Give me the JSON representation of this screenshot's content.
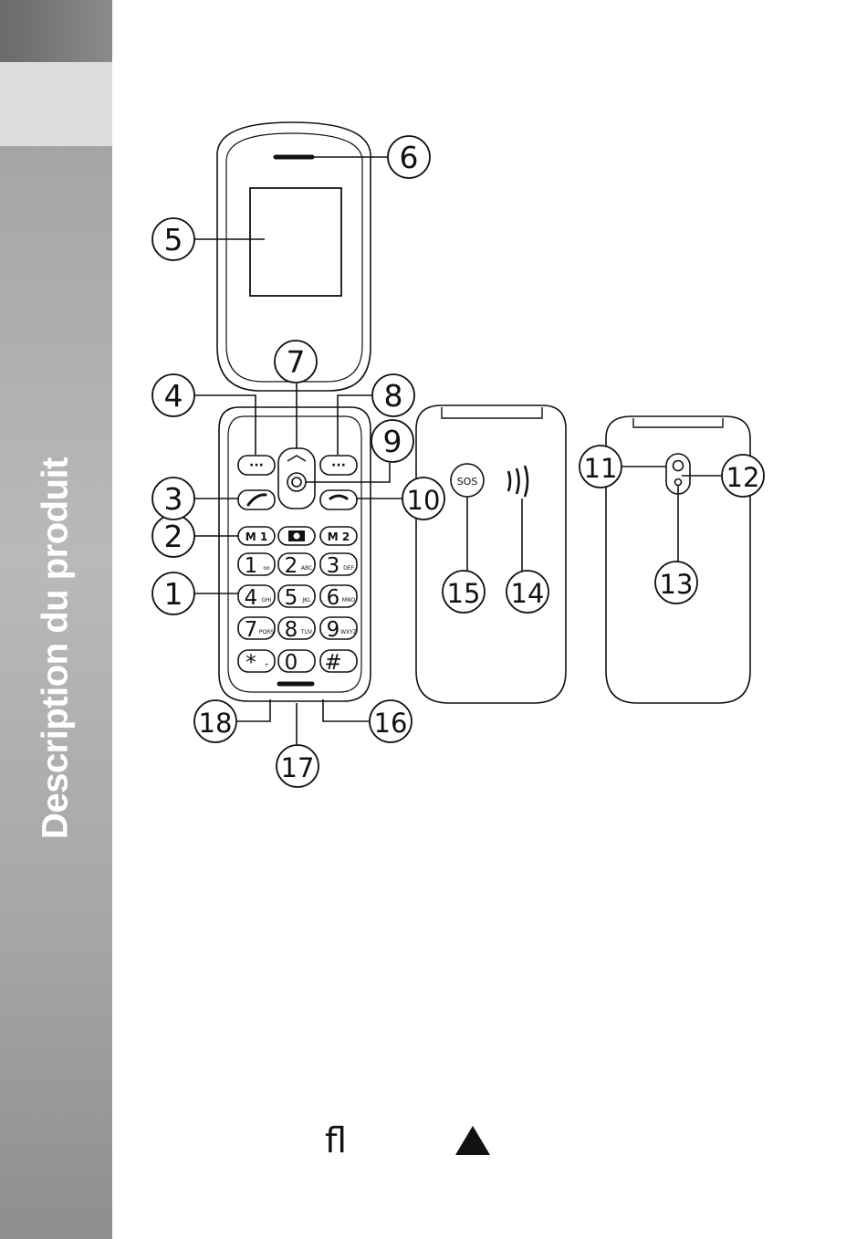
{
  "sidebar": {
    "title": "Description du produit"
  },
  "footer": {
    "glyph": "ﬂ"
  },
  "phone": {
    "sos_label": "SOS",
    "keys": {
      "m1": "M 1",
      "m2": "M 2",
      "soft_left": "···",
      "soft_right": "···",
      "digits": [
        {
          "digit": "1",
          "sub": "oo"
        },
        {
          "digit": "2",
          "sub": "ABC"
        },
        {
          "digit": "3",
          "sub": "DEF"
        },
        {
          "digit": "4",
          "sub": "GHI"
        },
        {
          "digit": "5",
          "sub": "JKL"
        },
        {
          "digit": "6",
          "sub": "MNO"
        },
        {
          "digit": "7",
          "sub": "PQRS"
        },
        {
          "digit": "8",
          "sub": "TUV"
        },
        {
          "digit": "9",
          "sub": "WXYZ"
        },
        {
          "digit": "*",
          "sub": "+"
        },
        {
          "digit": "0",
          "sub": ""
        },
        {
          "digit": "#",
          "sub": ""
        }
      ]
    }
  },
  "callouts": [
    {
      "number": "1"
    },
    {
      "number": "2"
    },
    {
      "number": "3"
    },
    {
      "number": "4"
    },
    {
      "number": "5"
    },
    {
      "number": "6"
    },
    {
      "number": "7"
    },
    {
      "number": "8"
    },
    {
      "number": "9"
    },
    {
      "number": "10"
    },
    {
      "number": "11"
    },
    {
      "number": "12"
    },
    {
      "number": "13"
    },
    {
      "number": "14"
    },
    {
      "number": "15"
    },
    {
      "number": "16"
    },
    {
      "number": "17"
    },
    {
      "number": "18"
    }
  ]
}
